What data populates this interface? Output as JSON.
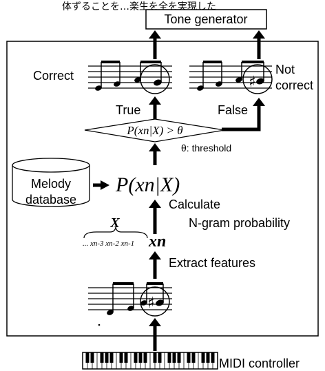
{
  "caption_fragment": "体ずることを…楽生を全を実現した",
  "labels": {
    "tone_generator": "Tone generator",
    "correct": "Correct",
    "not_correct_1": "Not",
    "not_correct_2": "correct",
    "true": "True",
    "false": "False",
    "condition": "P(xn|X) > θ",
    "threshold": "θ: threshold",
    "melody_db_1": "Melody",
    "melody_db_2": "database",
    "probability": "P(xn|X)",
    "calculate": "Calculate",
    "ngram": "N-gram probability",
    "big_x": "X",
    "history": "... xn-3  xn-2  xn-1",
    "current_note": "xn",
    "extract": "Extract features",
    "midi": "MIDI controller"
  },
  "colors": {
    "line": "#000000",
    "background": "#ffffff"
  }
}
